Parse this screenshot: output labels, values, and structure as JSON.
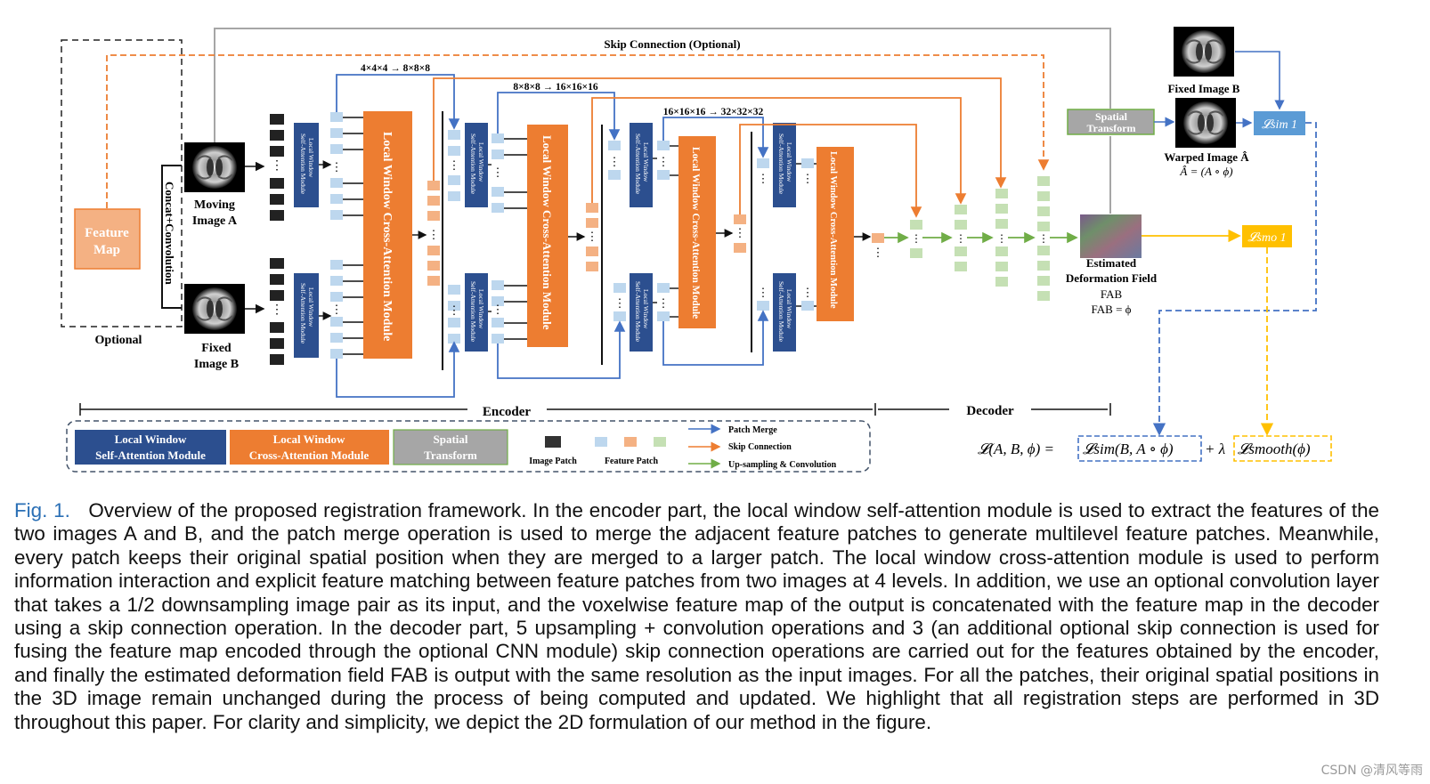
{
  "diagram": {
    "skip_connection": "Skip Connection (Optional)",
    "feature_map": [
      "Feature",
      "Map"
    ],
    "optional": "Optional",
    "concat_conv": "Concat+Convolution",
    "moving_image": [
      "Moving",
      "Image A"
    ],
    "fixed_image": [
      "Fixed",
      "Image B"
    ],
    "lwsa_small": [
      "Local Window",
      "Self-Attention Module"
    ],
    "lwca": "Local Window  Cross-Attention  Module",
    "merges": [
      "4×4×4 → 8×8×8",
      "8×8×8 → 16×16×16",
      "16×16×16 → 32×32×32"
    ],
    "fixed_image_b": "Fixed Image B",
    "spatial_transform": [
      "Spatial",
      "Transform"
    ],
    "lsim": "𝓛sim 1",
    "warped": [
      "Warped Image Â",
      "Â = (A ∘ ϕ)"
    ],
    "estimated": [
      "Estimated",
      "Deformation Field",
      "FAB",
      "FAB = ϕ"
    ],
    "lsmo": "𝓛smo 1",
    "encoder": "Encoder",
    "decoder": "Decoder",
    "formula": {
      "prefix": "𝓛(A, B, ϕ) =",
      "sim": "𝓛sim(B, A ∘ ϕ)",
      "plus": "+ λ",
      "smooth": "𝓛smooth(ϕ)"
    },
    "legend": {
      "lwsa": [
        "Local Window",
        "Self-Attention Module"
      ],
      "lwca": [
        "Local Window",
        "Cross-Attention Module"
      ],
      "st": [
        "Spatial",
        "Transform"
      ],
      "image_patch": "Image Patch",
      "feature_patch": "Feature Patch",
      "patch_merge": "Patch Merge",
      "skip": "Skip Connection",
      "upsampling": "Up-sampling & Convolution"
    },
    "colors": {
      "blue": "#2c4f8f",
      "orange": "#ed7d31",
      "gray": "#a6a6a6",
      "light_blue": "#bdd7ee",
      "light_orange": "#f4b183",
      "light_green": "#c5e0b4",
      "line_blue": "#4472c4",
      "line_orange": "#ed7d31",
      "line_green": "#70ad47",
      "yellow": "#ffc000",
      "lsim_blue": "#5b9bd5"
    }
  },
  "caption": {
    "fig": "Fig. 1.",
    "text": "Overview of the proposed registration framework. In the encoder part, the local window self-attention module is used to extract the features of the two images A and B, and the patch merge operation is used to merge the adjacent feature patches to generate multilevel feature patches. Meanwhile, every patch keeps their original spatial position when they are merged to a larger patch. The local window cross-attention module is used to perform information interaction and explicit feature matching between feature patches from two images at 4 levels. In addition, we use an optional convolution layer that takes a 1/2 downsampling image pair as its input, and the voxelwise feature map of the output is concatenated with the feature map in the decoder using a skip connection operation. In the decoder part, 5 upsampling + convolution operations and 3 (an additional optional skip connection is used for fusing the feature map encoded through the optional CNN module) skip connection operations are carried out for the features obtained by the encoder, and finally the estimated deformation field FAB is output with the same resolution as the input images. For all the patches, their original spatial positions in the 3D image remain unchanged during the process of being computed and updated. We highlight that all registration steps are performed in 3D throughout this paper. For clarity and simplicity, we depict the 2D formulation of our method in the figure."
  },
  "watermark": "CSDN @清风等雨"
}
